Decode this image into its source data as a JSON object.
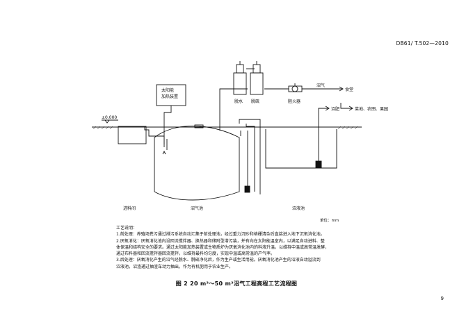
{
  "header": {
    "std_code": "DB61/ T.502—2010"
  },
  "diagram": {
    "labels": {
      "solar_heater": [
        "太阳能",
        "加热装置"
      ],
      "dewater": "脱水",
      "desulfur": "脱硫",
      "flame_arrester": "阻火器",
      "biogas_pipe": "沼气",
      "canteen": "食堂",
      "slurry_pipe": "沼肥",
      "fields": "菜地、农田、果园",
      "elevation": "±0.000",
      "inlet_well": "进料间",
      "digester": "沼气池",
      "slurry_tank": "沼液池",
      "unit": "单位：mm"
    }
  },
  "notes": {
    "title": "工艺说明：",
    "lines": [
      "1.前处理：养殖场粪污通过排污系统自动汇集于前处理池，经过重力沉砂和格栅清杂后直接进入地下沉氧消化池。",
      "2.厌氧消化：厌氧消化池内设回流搅拌器、换热器和储附型增污装，并有向在太阳能温室内，以满足自动进料、整",
      "体保温和结构安全的要求。通过太阳能加热装置或生物质炉为厌氧消化池内的料液升温，以维持中温或高常温发酵，",
      "通过布料器和回流搅拌器回流搅拌，以维持最料均匀度，实现中温或高常温的产气率。",
      "3.后处理：厌氧消化产生的沼气经脱水、脱硫净化后，作为生产或生活用能。厌氧消化池产生的沼液自动溢流到",
      "沼液池，沼渣通过抽渣车动力抽出，作为有机肥用于农业生产。"
    ]
  },
  "figure_caption": "图 2   20 m³～50 m³沼气工程高程工艺流程图",
  "page_number": "9"
}
